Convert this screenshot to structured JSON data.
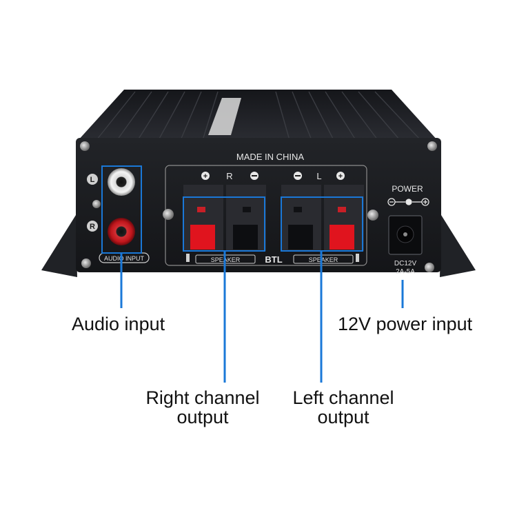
{
  "device": {
    "top_label": "MADE IN CHINA",
    "left_jack_L": "L",
    "left_jack_R": "R",
    "audio_input_plate": "AUDIO INPUT",
    "terminal_R": "R",
    "terminal_L": "L",
    "speaker_plate_left": "SPEAKER",
    "speaker_plate_right": "SPEAKER",
    "btl_label": "BTL",
    "power_label": "POWER",
    "dc_line1": "DC12V",
    "dc_line2": "2A-5A"
  },
  "callouts": {
    "audio_input": "Audio input",
    "power_input": "12V power input",
    "right_channel": [
      "Right channel",
      "output"
    ],
    "left_channel": [
      "Left channel",
      "output"
    ]
  },
  "colors": {
    "callout_line": "#1a78d8",
    "chassis": "#1c1d20",
    "terminal_red": "#e0141e",
    "rca_red": "#c0161c"
  }
}
